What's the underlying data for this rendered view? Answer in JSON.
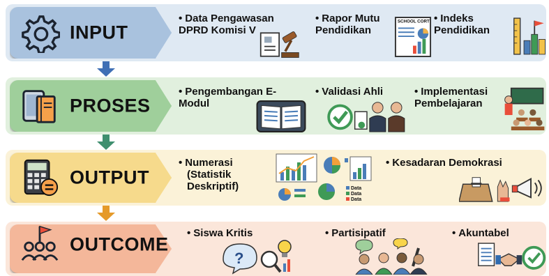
{
  "colors": {
    "input_band": "#dfe9f3",
    "input_box": "#a9c2de",
    "proses_band": "#e1f0de",
    "proses_box": "#9fcf9b",
    "output_band": "#fbf2d8",
    "output_box": "#f6da8c",
    "outcome_band": "#fbe6da",
    "outcome_box": "#f4b79a",
    "arrow_blue": "#3f6fb5",
    "arrow_green": "#3f8f6f",
    "arrow_orange": "#e59a2a"
  },
  "stages": [
    {
      "title": "INPUT",
      "icon": "gear-icon",
      "items": [
        {
          "text": "Data Pengawasan DPRD Komisi V",
          "icon": "gavel-document-icon"
        },
        {
          "text": "Rapor Mutu Pendidikan",
          "icon": "report-chart-icon",
          "badge": "SCHOOL CORT"
        },
        {
          "text": "Indeks Pendidikan",
          "icon": "ruler-bar-flag-icon"
        }
      ]
    },
    {
      "title": "PROSES",
      "icon": "tablet-book-icon",
      "items": [
        {
          "text": "Pengembangan E-Modul",
          "icon": "e-book-tablet-icon"
        },
        {
          "text": "Validasi Ahli",
          "icon": "checkmark-experts-icon"
        },
        {
          "text": "Implementasi Pembelajaran",
          "icon": "classroom-icon"
        }
      ]
    },
    {
      "title": "OUTPUT",
      "icon": "calculator-icon",
      "items": [
        {
          "text": "Numerasi (Statistik Deskriptif)",
          "icon": "statistics-charts-icon",
          "legend": [
            "Data",
            "Data",
            "Data"
          ]
        },
        {
          "text": "Kesadaran Demokrasi",
          "icon": "ballot-megaphone-icon"
        }
      ]
    },
    {
      "title": "OUTCOME",
      "icon": "team-flag-icon",
      "items": [
        {
          "text": "Siswa Kritis",
          "icon": "question-lightbulb-icon"
        },
        {
          "text": "Partisipatif",
          "icon": "students-discussion-icon"
        },
        {
          "text": "Akuntabel",
          "icon": "handshake-check-icon"
        }
      ]
    }
  ]
}
